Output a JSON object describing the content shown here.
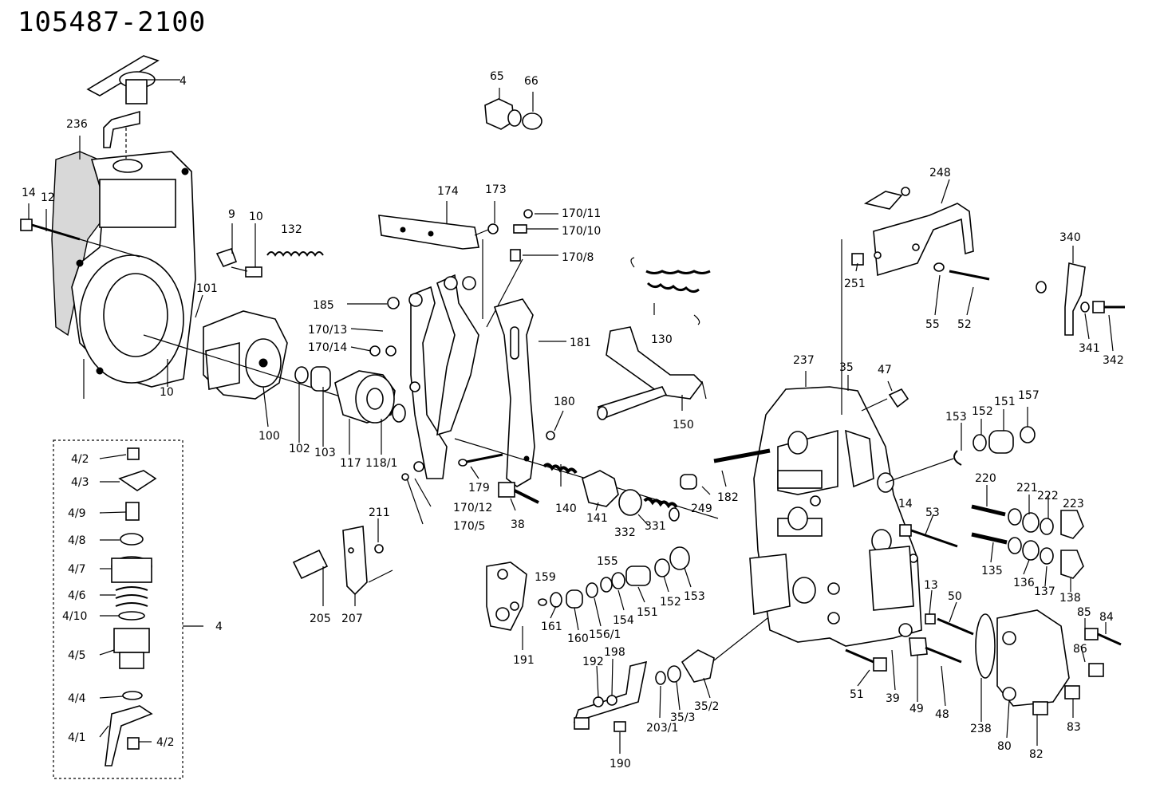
{
  "diagram": {
    "part_number": "105487-2100",
    "labels": {
      "l4_top": "4",
      "l236": "236",
      "l14a": "14",
      "l12": "12",
      "l9": "9",
      "l10a": "10",
      "l132": "132",
      "l101": "101",
      "l10b": "10",
      "l100": "100",
      "l102": "102",
      "l103": "103",
      "l117": "117",
      "l118_1": "118/1",
      "l65": "65",
      "l66": "66",
      "l174": "174",
      "l173": "173",
      "l170_11": "170/11",
      "l170_10": "170/10",
      "l170_8": "170/8",
      "l185": "185",
      "l170_13": "170/13",
      "l170_14": "170/14",
      "l181": "181",
      "l180": "180",
      "l130": "130",
      "l150": "150",
      "l179": "179",
      "l170_12": "170/12",
      "l170_5": "170/5",
      "l38": "38",
      "l140": "140",
      "l141": "141",
      "l332": "332",
      "l331": "331",
      "l211": "211",
      "l205": "205",
      "l207": "207",
      "l191": "191",
      "l159": "159",
      "l155": "155",
      "l161": "161",
      "l160": "160",
      "l156_1": "156/1",
      "l154": "154",
      "l151a": "151",
      "l152a": "152",
      "l153a": "153",
      "l192": "192",
      "l198": "198",
      "l190": "190",
      "l203_1": "203/1",
      "l35_3": "35/3",
      "l35_2": "35/2",
      "l248": "248",
      "l251": "251",
      "l55": "55",
      "l52": "52",
      "l340": "340",
      "l341": "341",
      "l342": "342",
      "l237": "237",
      "l35": "35",
      "l47": "47",
      "l153b": "153",
      "l152b": "152",
      "l151b": "151",
      "l157": "157",
      "l249": "249",
      "l182": "182",
      "l220": "220",
      "l221": "221",
      "l222": "222",
      "l223": "223",
      "l14b": "14",
      "l53": "53",
      "l135": "135",
      "l136": "136",
      "l137": "137",
      "l138": "138",
      "l13": "13",
      "l50": "50",
      "l85": "85",
      "l84": "84",
      "l86": "86",
      "l51": "51",
      "l39": "39",
      "l49": "49",
      "l48": "48",
      "l238": "238",
      "l80": "80",
      "l82": "82",
      "l83": "83",
      "k4_2a": "4/2",
      "k4_3": "4/3",
      "k4_9": "4/9",
      "k4_8": "4/8",
      "k4_7": "4/7",
      "k4_6": "4/6",
      "k4_10": "4/10",
      "k4_5": "4/5",
      "k4_4": "4/4",
      "k4_1": "4/1",
      "k4_2b": "4/2",
      "k4_group": "4"
    }
  }
}
